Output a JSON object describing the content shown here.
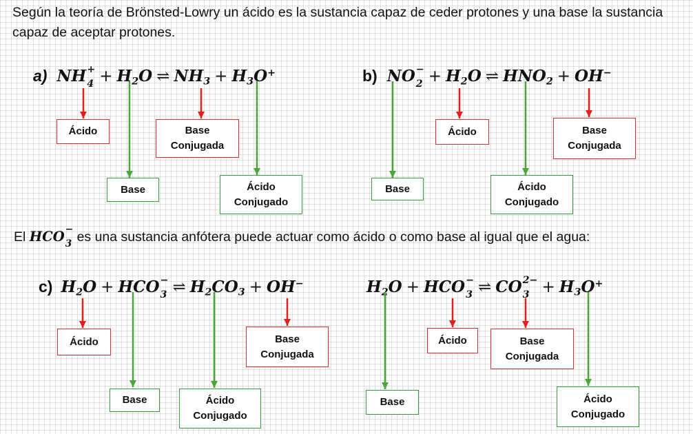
{
  "intro_text": "Según la teoría de Brönsted-Lowry un ácido es la sustancia capaz de ceder protones y una base la sustancia capaz de aceptar protones.",
  "amphoteric": {
    "before": "El",
    "species_base": "HCO",
    "species_sub": "3",
    "species_sup": "−",
    "after": "es una sustancia anfótera puede actuar como ácido o como base al igual que el agua:"
  },
  "equations": {
    "a": {
      "label": "a)"
    },
    "b": {
      "label": "b)"
    },
    "c": {
      "label": "c)"
    }
  },
  "labels": {
    "acid": "Ácido",
    "base": "Base",
    "conj_base_1": "Base",
    "conj_base_2": "Conjugada",
    "conj_acid_1": "Ácido",
    "conj_acid_2": "Conjugado"
  },
  "colors": {
    "acid_arrow": "#e0201b",
    "base_arrow": "#4aa53b",
    "acid_border": "#d4302b",
    "base_border": "#3c9a3a"
  }
}
